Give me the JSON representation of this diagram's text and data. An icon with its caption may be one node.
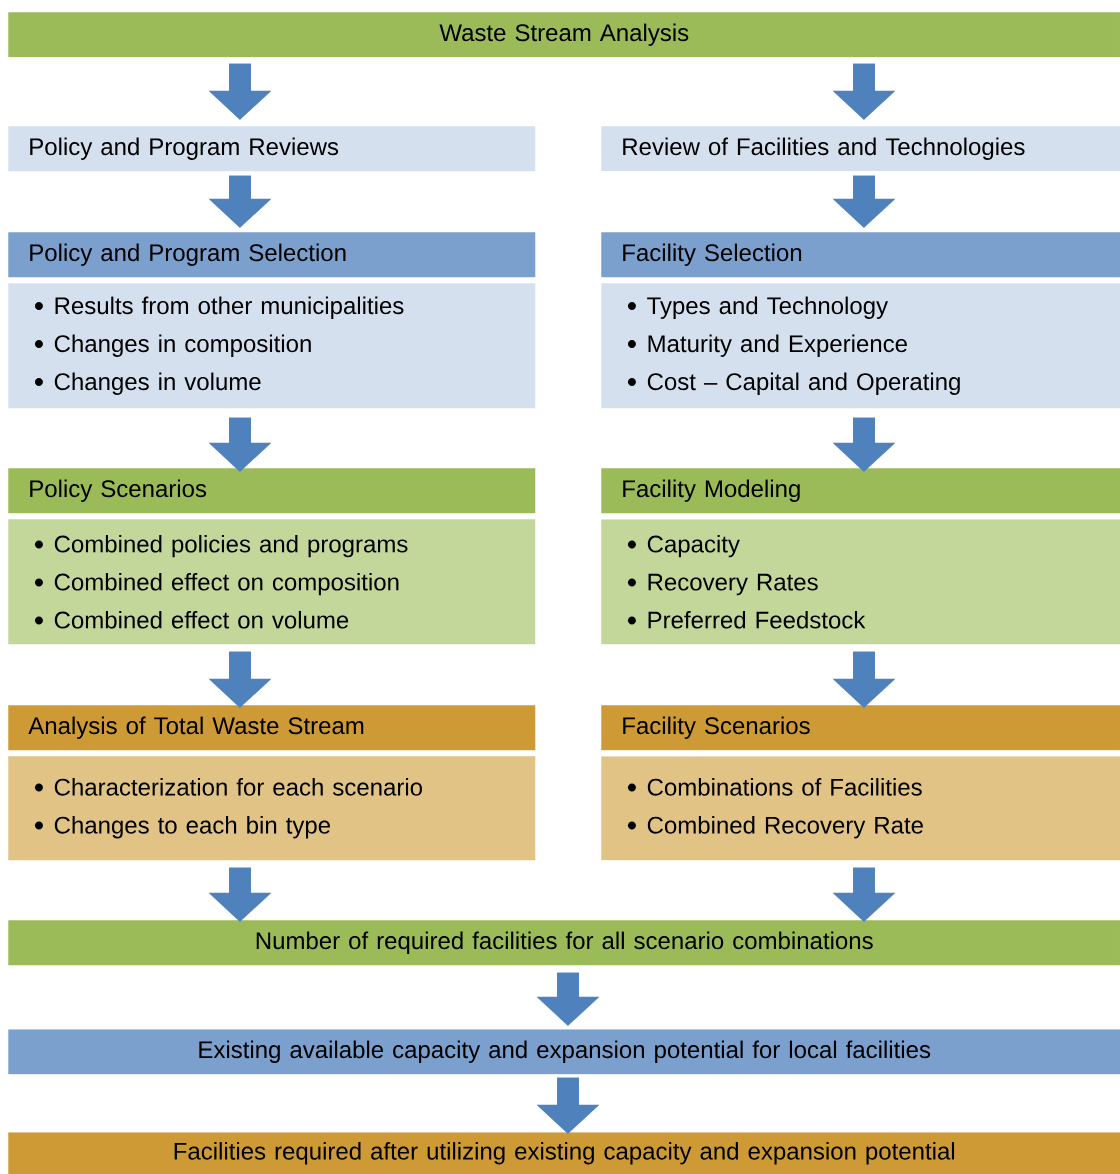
{
  "diagram": {
    "nodes": [
      {
        "text": [
          "Waste Stream Analysis"
        ]
      },
      {
        "text": [
          "Policy and Program Reviews"
        ]
      },
      {
        "text": [
          "Review of Facilities and Technologies"
        ]
      },
      {
        "text": [
          "Policy and Program Selection"
        ]
      },
      {
        "text": [
          "Facility Selection"
        ]
      },
      {
        "text": [
          "Results from other municipalities",
          "Changes in composition",
          "Changes in volume"
        ]
      },
      {
        "text": [
          "Types and Technology",
          "Maturity and Experience",
          "Cost – Capital and Operating"
        ]
      },
      {
        "text": [
          "Policy Scenarios"
        ]
      },
      {
        "text": [
          "Facility Modeling"
        ]
      },
      {
        "text": [
          "Combined policies and programs",
          "Combined effect on composition",
          "Combined effect on volume"
        ]
      },
      {
        "text": [
          "Capacity",
          "Recovery Rates",
          "Preferred Feedstock"
        ]
      },
      {
        "text": [
          "Analysis of Total Waste Stream"
        ]
      },
      {
        "text": [
          "Facility Scenarios"
        ]
      },
      {
        "text": [
          "Characterization for each scenario",
          "Changes to each bin type"
        ]
      },
      {
        "text": [
          "Combinations of Facilities",
          "Combined Recovery Rate"
        ]
      },
      {
        "text": [
          "Number of required facilities for all scenario combinations"
        ]
      },
      {
        "text": [
          "Existing available capacity and expansion potential for local facilities"
        ]
      },
      {
        "text": [
          "Facilities required after utilizing existing capacity and expansion potential"
        ]
      }
    ],
    "edges": [
      {
        "from": 0,
        "to": 1,
        "arrow": "to"
      },
      {
        "from": 0,
        "to": 2,
        "arrow": "to"
      },
      {
        "from": 1,
        "to": 3,
        "arrow": "to"
      },
      {
        "from": 2,
        "to": 4,
        "arrow": "to"
      },
      {
        "from": 5,
        "to": 7,
        "arrow": "to"
      },
      {
        "from": 6,
        "to": 8,
        "arrow": "to"
      },
      {
        "from": 9,
        "to": 11,
        "arrow": "to"
      },
      {
        "from": 10,
        "to": 12,
        "arrow": "to"
      },
      {
        "from": 13,
        "to": 15,
        "arrow": "to"
      },
      {
        "from": 14,
        "to": 15,
        "arrow": "to"
      },
      {
        "from": 15,
        "to": 16,
        "arrow": "to"
      },
      {
        "from": 16,
        "to": 17,
        "arrow": "to"
      }
    ]
  }
}
